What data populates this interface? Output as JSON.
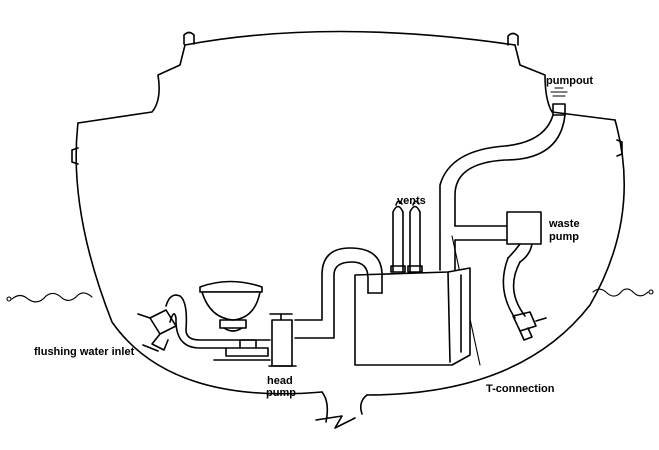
{
  "labels": {
    "pumpout": "pumpout",
    "vents": "vents",
    "waste_pump_1": "waste",
    "waste_pump_2": "pump",
    "flushing_water_inlet": "flushing water inlet",
    "head_pump_1": "head",
    "head_pump_2": "pump",
    "t_connection": "T-connection"
  },
  "colors": {
    "line": "#000000",
    "background": "#ffffff"
  }
}
